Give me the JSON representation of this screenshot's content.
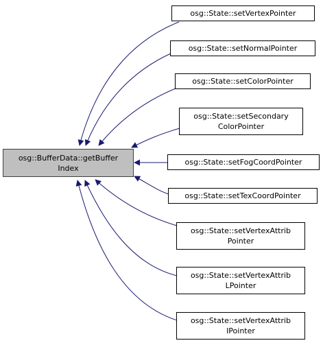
{
  "diagram": {
    "colors": {
      "edge": "#191970",
      "focus_fill": "#bfbfbf",
      "node_border": "#000000"
    },
    "focus": {
      "label": "osg::BufferData::getBuffer\nIndex"
    },
    "callers": [
      {
        "label": "osg::State::setVertexPointer"
      },
      {
        "label": "osg::State::setNormalPointer"
      },
      {
        "label": "osg::State::setColorPointer"
      },
      {
        "label": "osg::State::setSecondary\nColorPointer"
      },
      {
        "label": "osg::State::setFogCoordPointer"
      },
      {
        "label": "osg::State::setTexCoordPointer"
      },
      {
        "label": "osg::State::setVertexAttrib\nPointer"
      },
      {
        "label": "osg::State::setVertexAttrib\nLPointer"
      },
      {
        "label": "osg::State::setVertexAttrib\nIPointer"
      }
    ]
  }
}
